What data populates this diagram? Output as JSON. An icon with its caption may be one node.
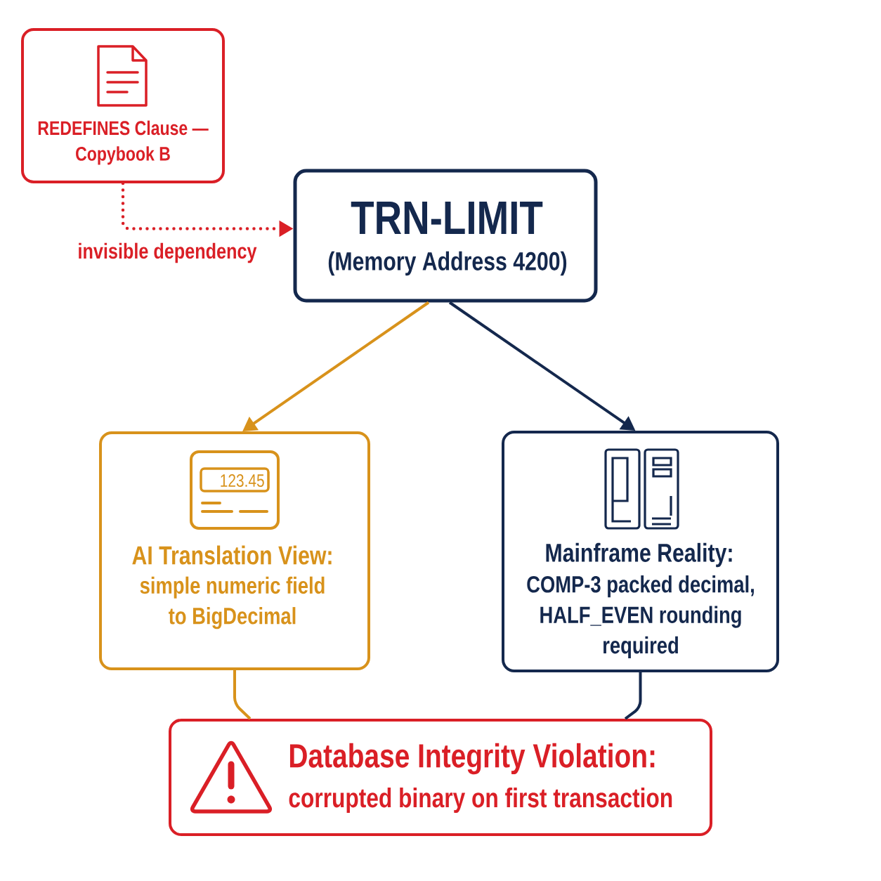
{
  "diagram": {
    "nodes": [
      {
        "text": [
          "REDEFINES Clause — Copybook B"
        ]
      },
      {
        "text": [
          "TRN-LIMIT",
          "(Memory Address 4200)"
        ]
      },
      {
        "text": [
          "AI Translation View:",
          "simple numeric field to BigDecimal"
        ]
      },
      {
        "text": [
          "Mainframe Reality:",
          "COMP-3 packed decimal, HALF_EVEN rounding required"
        ]
      },
      {
        "text": [
          "Database Integrity Violation:",
          "corrupted binary on first transaction"
        ]
      }
    ],
    "edges": [
      {
        "from": 0,
        "to": 1,
        "arrow": "to",
        "label": "invisible dependency",
        "style": "dashed",
        "color": "#da1f26"
      },
      {
        "from": 1,
        "to": 2,
        "arrow": "to",
        "color": "#d8921b"
      },
      {
        "from": 1,
        "to": 3,
        "arrow": "to",
        "color": "#14284d"
      },
      {
        "from": 2,
        "to": 4,
        "arrow": "none",
        "color": "#d8921b"
      },
      {
        "from": 3,
        "to": 4,
        "arrow": "none",
        "color": "#14284d"
      }
    ],
    "labels": [
      "123.45"
    ]
  }
}
